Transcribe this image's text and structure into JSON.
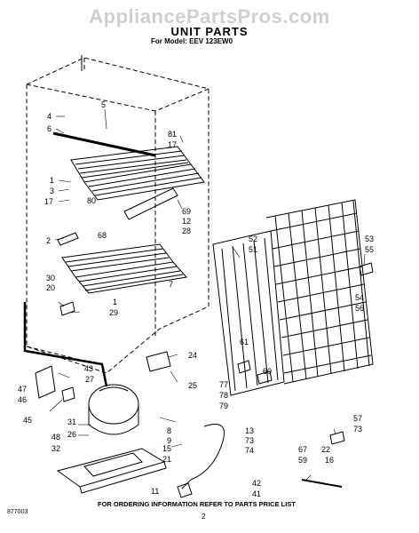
{
  "watermark": "AppliancePartsPros.com",
  "title": "UNIT PARTS",
  "model": "For Model: EEV 123EW0",
  "footer": "FOR ORDERING INFORMATION REFER TO PARTS PRICE LIST",
  "doc_code": "877003",
  "page_number": "2",
  "callouts": [
    {
      "id": "c5",
      "text": "5"
    },
    {
      "id": "c4",
      "text": "4"
    },
    {
      "id": "c6",
      "text": "6"
    },
    {
      "id": "c81",
      "text": "81"
    },
    {
      "id": "c17a",
      "text": "17"
    },
    {
      "id": "c1a",
      "text": "1"
    },
    {
      "id": "c3",
      "text": "3"
    },
    {
      "id": "c17b",
      "text": "17"
    },
    {
      "id": "c80",
      "text": "80"
    },
    {
      "id": "c69",
      "text": "69"
    },
    {
      "id": "c12",
      "text": "12"
    },
    {
      "id": "c28",
      "text": "28"
    },
    {
      "id": "c68",
      "text": "68"
    },
    {
      "id": "c2",
      "text": "2"
    },
    {
      "id": "c30",
      "text": "30"
    },
    {
      "id": "c20",
      "text": "20"
    },
    {
      "id": "c7",
      "text": "7"
    },
    {
      "id": "c1b",
      "text": "1"
    },
    {
      "id": "c29",
      "text": "29"
    },
    {
      "id": "c52",
      "text": "52"
    },
    {
      "id": "c51",
      "text": "51"
    },
    {
      "id": "c53",
      "text": "53"
    },
    {
      "id": "c55",
      "text": "55"
    },
    {
      "id": "c54",
      "text": "54"
    },
    {
      "id": "c56",
      "text": "56"
    },
    {
      "id": "c61",
      "text": "61"
    },
    {
      "id": "c24",
      "text": "24"
    },
    {
      "id": "c25",
      "text": "25"
    },
    {
      "id": "c77",
      "text": "77"
    },
    {
      "id": "c60",
      "text": "60"
    },
    {
      "id": "c78",
      "text": "78"
    },
    {
      "id": "c79",
      "text": "79"
    },
    {
      "id": "c43",
      "text": "43"
    },
    {
      "id": "c47",
      "text": "47"
    },
    {
      "id": "c27",
      "text": "27"
    },
    {
      "id": "c46",
      "text": "46"
    },
    {
      "id": "c45",
      "text": "45"
    },
    {
      "id": "c31",
      "text": "31"
    },
    {
      "id": "c26",
      "text": "26"
    },
    {
      "id": "c48",
      "text": "48"
    },
    {
      "id": "c32",
      "text": "32"
    },
    {
      "id": "c8",
      "text": "8"
    },
    {
      "id": "c9",
      "text": "9"
    },
    {
      "id": "c13",
      "text": "13"
    },
    {
      "id": "c73a",
      "text": "73"
    },
    {
      "id": "c15",
      "text": "15"
    },
    {
      "id": "c74",
      "text": "74"
    },
    {
      "id": "c21",
      "text": "21"
    },
    {
      "id": "c11",
      "text": "11"
    },
    {
      "id": "c57",
      "text": "57"
    },
    {
      "id": "c73b",
      "text": "73"
    },
    {
      "id": "c22",
      "text": "22"
    },
    {
      "id": "c16",
      "text": "16"
    },
    {
      "id": "c67",
      "text": "67"
    },
    {
      "id": "c59",
      "text": "59"
    },
    {
      "id": "c42",
      "text": "42"
    },
    {
      "id": "c41",
      "text": "41"
    }
  ]
}
